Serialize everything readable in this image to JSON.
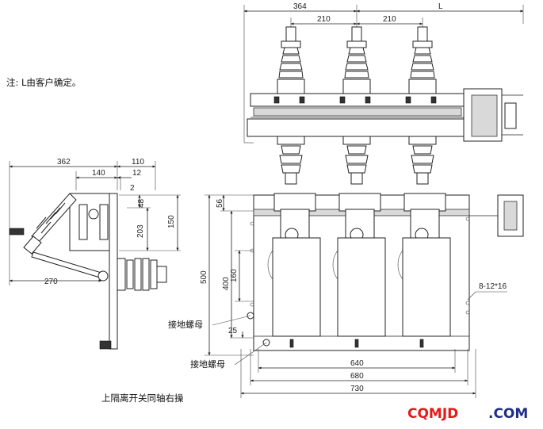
{
  "note": "注: L由客户确定。",
  "caption": "上隔离开关同轴右操",
  "labels": {
    "ground_nut_1": "接地螺母",
    "ground_nut_2": "接地螺母",
    "bolt_spec": "8-12*16"
  },
  "top_view": {
    "dim_364": "364",
    "dim_L": "L",
    "dim_210a": "210",
    "dim_210b": "210"
  },
  "side_view": {
    "dim_362": "362",
    "dim_110": "110",
    "dim_140": "140",
    "dim_12": "12",
    "dim_2": "2",
    "dim_48": "48",
    "dim_150": "150",
    "dim_203": "203",
    "dim_270": "270"
  },
  "front_view": {
    "dim_56": "56",
    "dim_500": "500",
    "dim_400": "400",
    "dim_160": "160",
    "dim_25": "25",
    "dim_640": "640",
    "dim_680": "680",
    "dim_730": "730"
  },
  "watermark": {
    "text": "CQMJD",
    "suffix": ".COM"
  }
}
